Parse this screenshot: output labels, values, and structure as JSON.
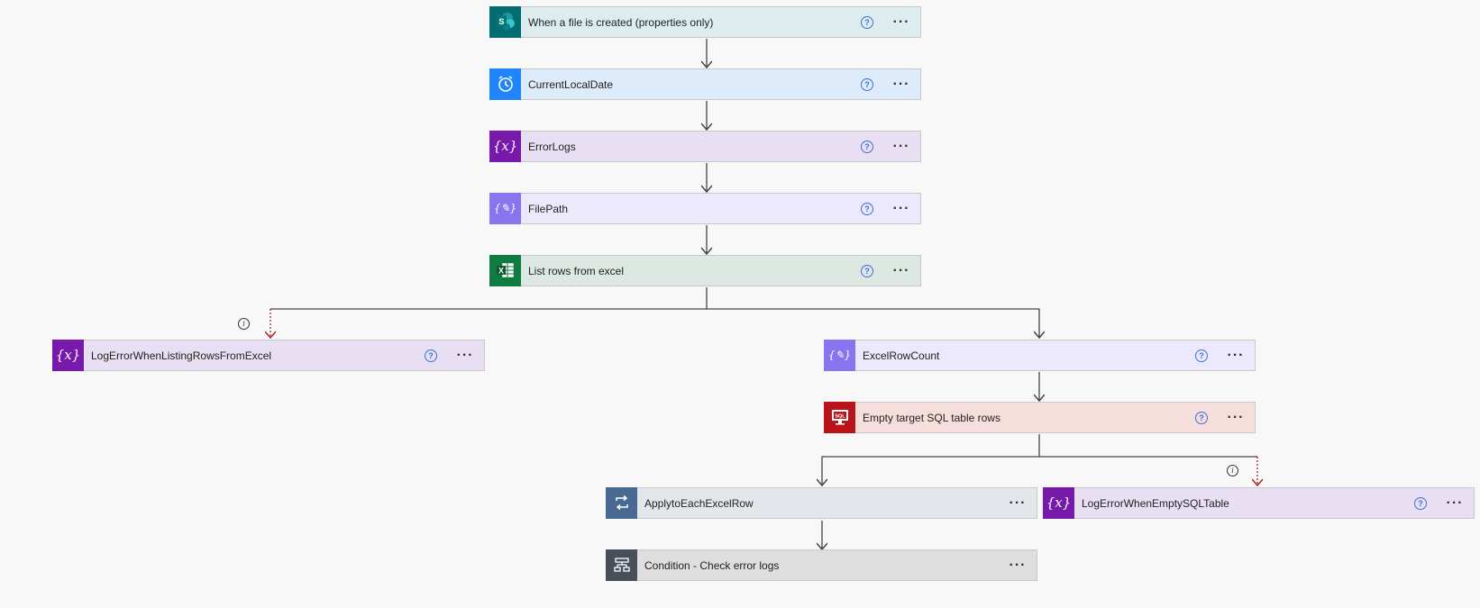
{
  "flow": {
    "steps": [
      {
        "id": "trigger",
        "label": "When a file is created (properties only)",
        "help": "?",
        "more": "···",
        "icon": "sharepoint-icon",
        "color": "#036c70"
      },
      {
        "id": "date",
        "label": "CurrentLocalDate",
        "help": "?",
        "more": "···",
        "icon": "clock-icon",
        "color": "#1f85ff"
      },
      {
        "id": "errorlogs",
        "label": "ErrorLogs",
        "help": "?",
        "more": "···",
        "icon": "variable-icon",
        "color": "#7719aa"
      },
      {
        "id": "filepath",
        "label": "FilePath",
        "help": "?",
        "more": "···",
        "icon": "variable-edit-icon",
        "color": "#8974f0"
      },
      {
        "id": "listrows",
        "label": "List rows from excel",
        "help": "?",
        "more": "···",
        "icon": "excel-icon",
        "color": "#107c41"
      },
      {
        "id": "logerror1",
        "label": "LogErrorWhenListingRowsFromExcel",
        "help": "?",
        "more": "···",
        "icon": "variable-icon",
        "color": "#7719aa"
      },
      {
        "id": "rowcount",
        "label": "ExcelRowCount",
        "help": "?",
        "more": "···",
        "icon": "variable-edit-icon",
        "color": "#8974f0"
      },
      {
        "id": "emptysql",
        "label": "Empty target SQL table rows",
        "help": "?",
        "more": "···",
        "icon": "sql-icon",
        "color": "#ba141a"
      },
      {
        "id": "applyeach",
        "label": "ApplytoEachExcelRow",
        "more": "···",
        "icon": "loop-icon",
        "color": "#486991"
      },
      {
        "id": "logerror2",
        "label": "LogErrorWhenEmptySQLTable",
        "help": "?",
        "more": "···",
        "icon": "variable-icon",
        "color": "#7719aa"
      },
      {
        "id": "condition",
        "label": "Condition - Check error logs",
        "more": "···",
        "icon": "condition-icon",
        "color": "#484f58"
      }
    ],
    "info_symbol": "i",
    "colors": {
      "connector": "#444444",
      "error_connector": "#a4262c"
    }
  }
}
